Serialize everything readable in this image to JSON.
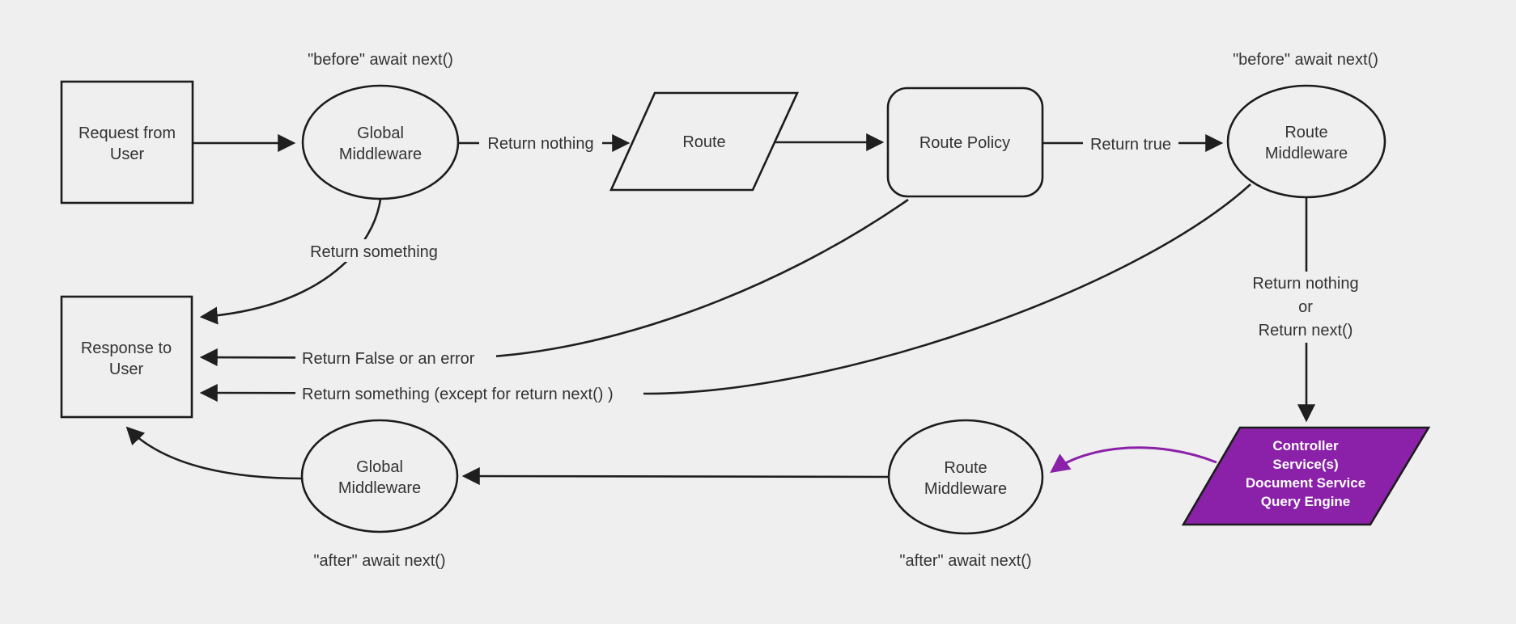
{
  "diagram": {
    "background_color": "#efefef",
    "line_color": "#1f1f1f",
    "text_color": "#333333",
    "accent_purple": "#8a21a8",
    "nodes": {
      "request": {
        "line1": "Request from",
        "line2": "User"
      },
      "global_middleware_top": {
        "line1": "Global",
        "line2": "Middleware"
      },
      "route": {
        "label": "Route"
      },
      "route_policy": {
        "label": "Route Policy"
      },
      "route_middleware_top": {
        "line1": "Route",
        "line2": "Middleware"
      },
      "response": {
        "line1": "Response to",
        "line2": "User"
      },
      "global_middleware_bottom": {
        "line1": "Global",
        "line2": "Middleware"
      },
      "route_middleware_bottom": {
        "line1": "Route",
        "line2": "Middleware"
      },
      "controller": {
        "line1": "Controller",
        "line2": "Service(s)",
        "line3": "Document Service",
        "line4": "Query Engine"
      }
    },
    "edge_labels": {
      "before_await_left": "\"before\" await next()",
      "before_await_right": "\"before\" await next()",
      "return_nothing": "Return nothing",
      "return_true": "Return true",
      "return_something": "Return something",
      "return_false_or_error": "Return False or an error",
      "return_something_except": "Return something (except for return next() )",
      "return_nothing_or_line1": "Return nothing",
      "return_nothing_or_line2": "or",
      "return_nothing_or_line3": "Return next()",
      "after_await_left": "\"after\" await next()",
      "after_await_right": "\"after\" await next()"
    }
  }
}
